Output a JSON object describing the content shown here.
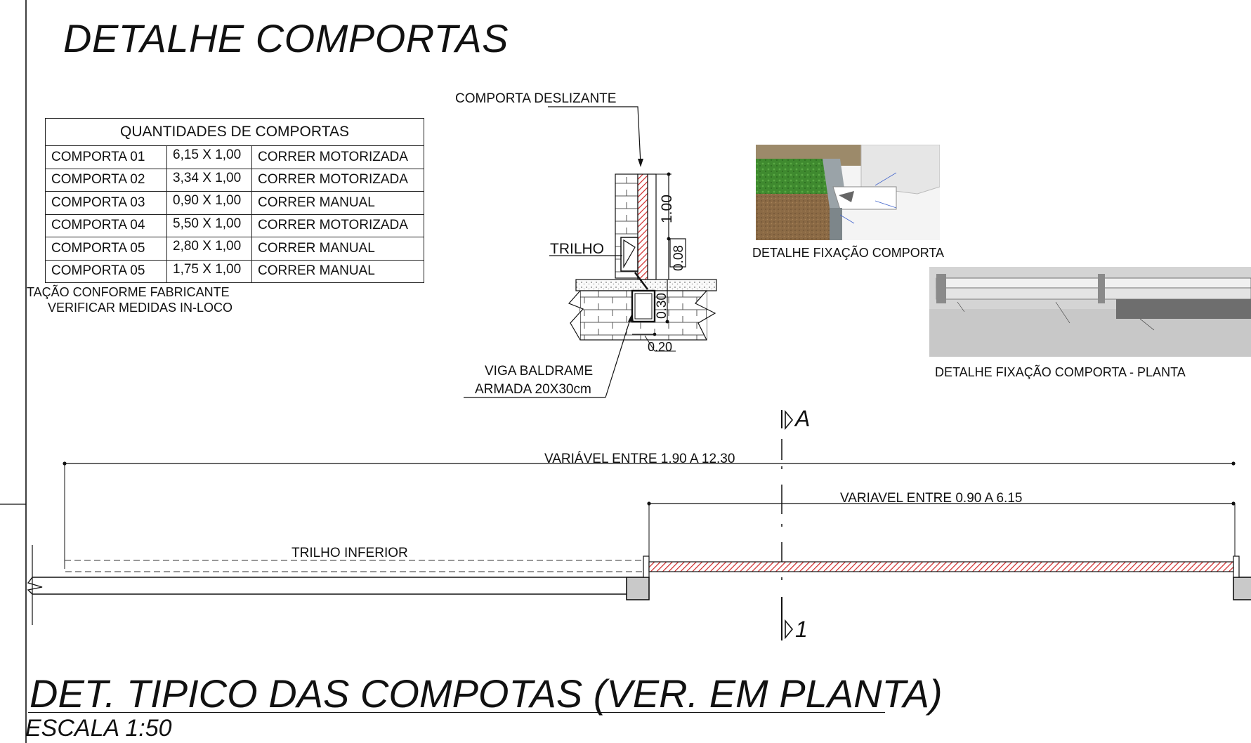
{
  "title": "DETALHE COMPORTAS",
  "table": {
    "header": "QUANTIDADES DE COMPORTAS",
    "rows": [
      {
        "name": "COMPORTA 01",
        "size": "6,15 X 1,00",
        "type": "CORRER MOTORIZADA"
      },
      {
        "name": "COMPORTA 02",
        "size": "3,34 X 1,00",
        "type": "CORRER MOTORIZADA"
      },
      {
        "name": "COMPORTA 03",
        "size": "0,90 X 1,00",
        "type": "CORRER MANUAL"
      },
      {
        "name": "COMPORTA 04",
        "size": "5,50 X 1,00",
        "type": "CORRER MOTORIZADA"
      },
      {
        "name": "COMPORTA 05",
        "size": "2,80 X 1,00",
        "type": "CORRER MANUAL"
      },
      {
        "name": "COMPORTA 05",
        "size": "1,75 X 1,00",
        "type": "CORRER MANUAL"
      }
    ],
    "note_line1": "TAÇÃO CONFORME FABRICANTE",
    "note_line2": "VERIFICAR MEDIDAS IN-LOCO"
  },
  "section": {
    "label_gate": "COMPORTA DESLIZANTE",
    "label_rail": "TRILHO",
    "label_beam_line1": "VIGA BALDRAME",
    "label_beam_line2": "ARMADA 20X30cm",
    "dim_height": "1.00",
    "dim_rail": "0.08",
    "dim_beam_h": "0.30",
    "dim_beam_w": "0.20"
  },
  "details": {
    "fixing_caption": "DETALHE FIXAÇÃO COMPORTA",
    "fixing_plan_caption": "DETALHE FIXAÇÃO COMPORTA - PLANTA"
  },
  "plan": {
    "cut_top": "A",
    "cut_bottom": "1",
    "dim_total": "VARIÁVEL ENTRE 1.90 A 12.30",
    "dim_gate": "VARIAVEL ENTRE 0.90 A 6.15",
    "rail_label": "TRILHO INFERIOR",
    "title": "DET. TIPICO DAS COMPOTAS (VER. EM PLANTA)",
    "scale": "ESCALA 1:50"
  },
  "colors": {
    "hatch_red": "#d02828",
    "grass": "#3f8a2f",
    "soil": "#8b6a45",
    "concrete": "#c9c9c9"
  }
}
